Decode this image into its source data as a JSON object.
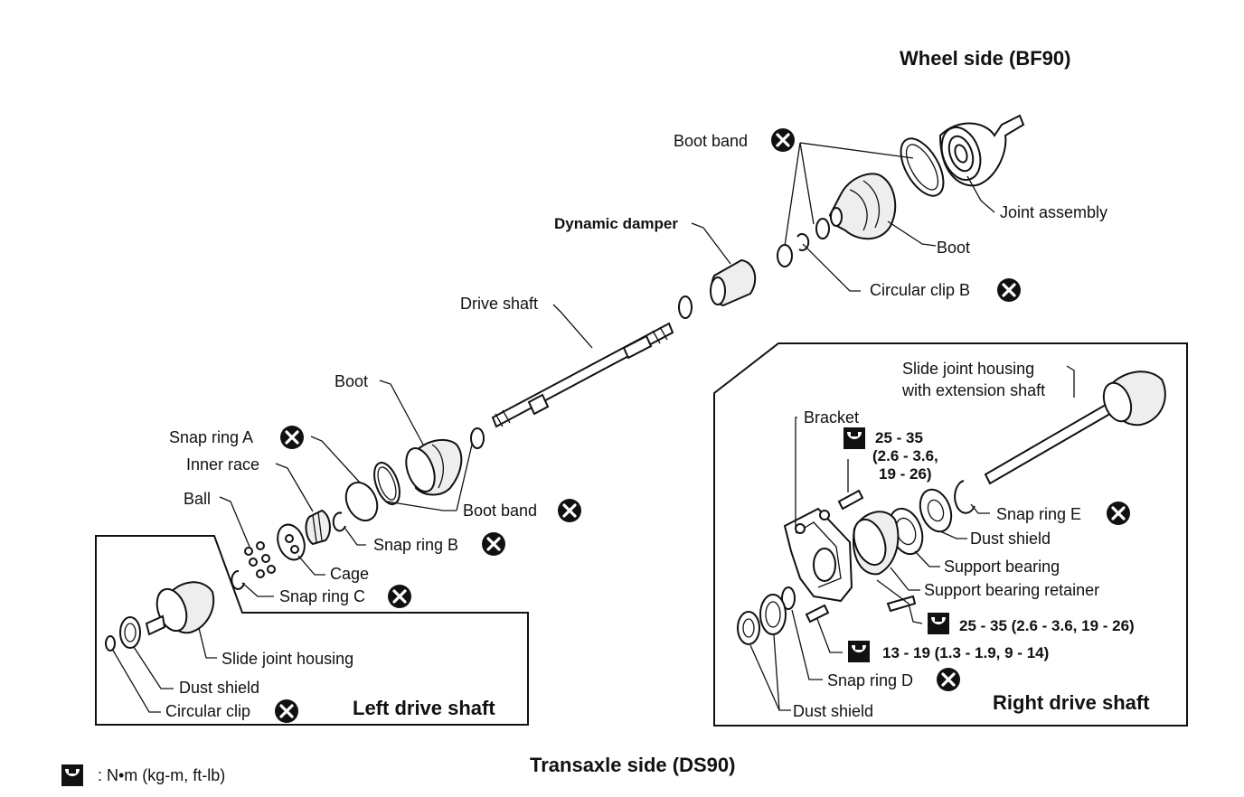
{
  "headings": {
    "wheel_side": "Wheel side (BF90)",
    "transaxle_side": "Transaxle side (DS90)",
    "left_drive_shaft": "Left drive shaft",
    "right_drive_shaft": "Right drive shaft"
  },
  "labels": {
    "boot_band_top": "Boot band",
    "joint_assembly": "Joint assembly",
    "dynamic_damper": "Dynamic damper",
    "boot_top": "Boot",
    "circular_clip_b": "Circular clip B",
    "drive_shaft": "Drive shaft",
    "boot_left": "Boot",
    "snap_ring_a": "Snap ring A",
    "inner_race": "Inner race",
    "ball": "Ball",
    "boot_band_left": "Boot band",
    "snap_ring_b": "Snap ring B",
    "cage": "Cage",
    "snap_ring_c": "Snap ring C",
    "slide_joint_housing": "Slide joint housing",
    "dust_shield_left": "Dust shield",
    "circular_clip": "Circular clip",
    "slide_joint_ext_1": "Slide joint housing",
    "slide_joint_ext_2": "with extension shaft",
    "bracket": "Bracket",
    "snap_ring_e": "Snap ring E",
    "dust_shield_right_1": "Dust shield",
    "support_bearing": "Support bearing",
    "support_bearing_retainer": "Support bearing retainer",
    "snap_ring_d": "Snap ring D",
    "dust_shield_right_2": "Dust shield"
  },
  "torque": {
    "bracket_1": "25 - 35",
    "bracket_2": "(2.6 - 3.6,",
    "bracket_3": "19 - 26)",
    "retainer": "25 - 35 (2.6 - 3.6, 19 - 26)",
    "lower": "13 - 19 (1.3 - 1.9, 9 - 14)"
  },
  "legend": {
    "unit": ": N•m (kg-m, ft-lb)"
  }
}
